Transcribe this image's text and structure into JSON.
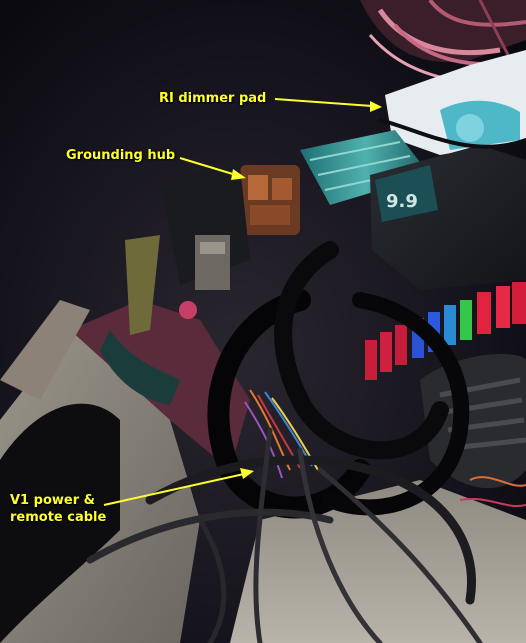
{
  "annotations": {
    "dimmer_pad": "RI dimmer pad",
    "grounding_hub": "Grounding hub",
    "v1_cable_line1": "V1 power &",
    "v1_cable_line2": "remote cable"
  },
  "colors": {
    "label_text": "#ffff2e",
    "arrow": "#ffff2e"
  }
}
